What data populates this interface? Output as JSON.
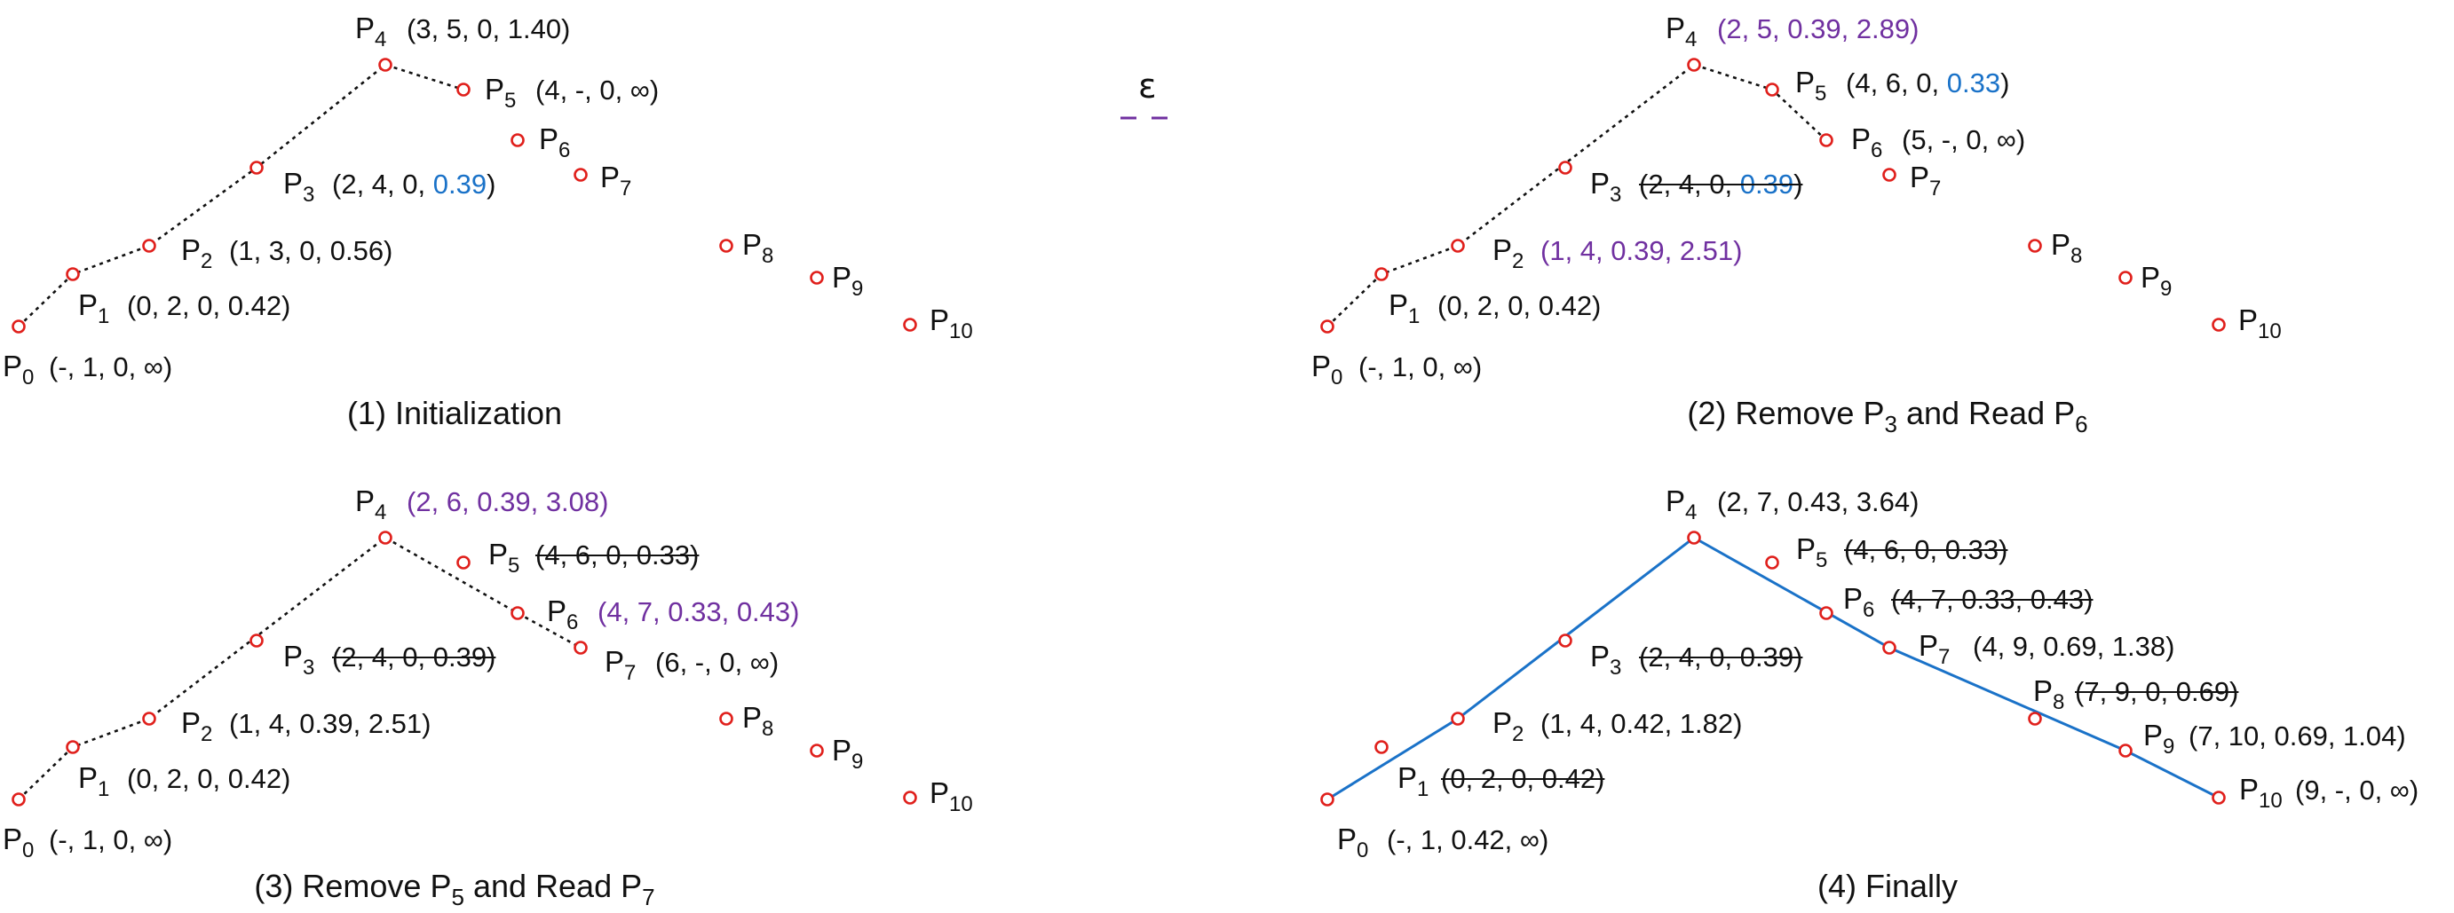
{
  "colors": {
    "point": "#e0201c",
    "path": "#111111",
    "final_path": "#1a72c8",
    "highlight_purple": "#7030a0",
    "highlight_blue": "#1a72c8"
  },
  "epsilon": {
    "label": "ε"
  },
  "panels": [
    {
      "caption": [
        "(1) Initialization"
      ],
      "points": [
        {
          "name": "P",
          "sub": "0",
          "tuple": [
            {
              "t": "(-, 1, 0, ∞)"
            }
          ]
        },
        {
          "name": "P",
          "sub": "1",
          "tuple": [
            {
              "t": "(0, 2, 0, 0.42)"
            }
          ]
        },
        {
          "name": "P",
          "sub": "2",
          "tuple": [
            {
              "t": "(1, 3, 0,  0.56)"
            }
          ]
        },
        {
          "name": "P",
          "sub": "3",
          "tuple": [
            {
              "t": "(2, 4, 0, "
            },
            {
              "t": "0.39",
              "c": "blue"
            },
            {
              "t": ")"
            }
          ]
        },
        {
          "name": "P",
          "sub": "4",
          "tuple": [
            {
              "t": "(3, 5, 0, 1.40)"
            }
          ]
        },
        {
          "name": "P",
          "sub": "5",
          "tuple": [
            {
              "t": "(4, -, 0, ∞)"
            }
          ]
        },
        {
          "name": "P",
          "sub": "6",
          "tuple": []
        },
        {
          "name": "P",
          "sub": "7",
          "tuple": []
        },
        {
          "name": "P",
          "sub": "8",
          "tuple": []
        },
        {
          "name": "P",
          "sub": "9",
          "tuple": []
        },
        {
          "name": "P",
          "sub": "10",
          "tuple": []
        }
      ]
    },
    {
      "caption": [
        "(2) Remove P",
        "3",
        " and Read P",
        "6"
      ],
      "points": [
        {
          "name": "P",
          "sub": "0",
          "tuple": [
            {
              "t": "(-, 1, 0, ∞)"
            }
          ]
        },
        {
          "name": "P",
          "sub": "1",
          "tuple": [
            {
              "t": "(0, 2, 0, 0.42)"
            }
          ]
        },
        {
          "name": "P",
          "sub": "2",
          "tuple": [
            {
              "t": "(1, 4, 0.39,  2.51)",
              "c": "purple"
            }
          ]
        },
        {
          "name": "P",
          "sub": "3",
          "strike": true,
          "tuple": [
            {
              "t": "(2, 4, 0, "
            },
            {
              "t": "0.39",
              "c": "blue"
            },
            {
              "t": ")"
            }
          ]
        },
        {
          "name": "P",
          "sub": "4",
          "tuple": [
            {
              "t": "(2, 5, 0.39, 2.89)",
              "c": "purple"
            }
          ]
        },
        {
          "name": "P",
          "sub": "5",
          "tuple": [
            {
              "t": "(4, 6, 0, "
            },
            {
              "t": "0.33",
              "c": "blue"
            },
            {
              "t": ")"
            }
          ]
        },
        {
          "name": "P",
          "sub": "6",
          "tuple": [
            {
              "t": "(5, -, 0, ∞)"
            }
          ]
        },
        {
          "name": "P",
          "sub": "7",
          "tuple": []
        },
        {
          "name": "P",
          "sub": "8",
          "tuple": []
        },
        {
          "name": "P",
          "sub": "9",
          "tuple": []
        },
        {
          "name": "P",
          "sub": "10",
          "tuple": []
        }
      ]
    },
    {
      "caption": [
        "(3) Remove P",
        "5",
        " and Read P",
        "7"
      ],
      "points": [
        {
          "name": "P",
          "sub": "0",
          "tuple": [
            {
              "t": "(-, 1, 0, ∞)"
            }
          ]
        },
        {
          "name": "P",
          "sub": "1",
          "tuple": [
            {
              "t": "(0, 2, 0, 0.42)"
            }
          ]
        },
        {
          "name": "P",
          "sub": "2",
          "tuple": [
            {
              "t": "(1, 4, 0.39,  2.51)"
            }
          ]
        },
        {
          "name": "P",
          "sub": "3",
          "strike": true,
          "tuple": [
            {
              "t": "(2, 4, 0, 0.39)"
            }
          ]
        },
        {
          "name": "P",
          "sub": "4",
          "tuple": [
            {
              "t": "(2, 6, 0.39, 3.08)",
              "c": "purple"
            }
          ]
        },
        {
          "name": "P",
          "sub": "5",
          "strike": true,
          "tuple": [
            {
              "t": "(4, 6, 0, 0.33)"
            }
          ]
        },
        {
          "name": "P",
          "sub": "6",
          "tuple": [
            {
              "t": "(4, 7, 0.33, 0.43)",
              "c": "purple"
            }
          ]
        },
        {
          "name": "P",
          "sub": "7",
          "tuple": [
            {
              "t": "(6, -, 0, ∞)"
            }
          ]
        },
        {
          "name": "P",
          "sub": "8",
          "tuple": []
        },
        {
          "name": "P",
          "sub": "9",
          "tuple": []
        },
        {
          "name": "P",
          "sub": "10",
          "tuple": []
        }
      ]
    },
    {
      "caption": [
        "(4) Finally"
      ],
      "points": [
        {
          "name": "P",
          "sub": "0",
          "tuple": [
            {
              "t": "(-, 1, 0.42, ∞)"
            }
          ]
        },
        {
          "name": "P",
          "sub": "1",
          "strike": true,
          "tuple": [
            {
              "t": "(0, 2, 0, 0.42)"
            }
          ]
        },
        {
          "name": "P",
          "sub": "2",
          "tuple": [
            {
              "t": "(1, 4, 0.42,  1.82)"
            }
          ]
        },
        {
          "name": "P",
          "sub": "3",
          "strike": true,
          "tuple": [
            {
              "t": "(2, 4, 0, 0.39)"
            }
          ]
        },
        {
          "name": "P",
          "sub": "4",
          "tuple": [
            {
              "t": "(2, 7, 0.43, 3.64)"
            }
          ]
        },
        {
          "name": "P",
          "sub": "5",
          "strike": true,
          "tuple": [
            {
              "t": "(4, 6, 0, 0.33)"
            }
          ]
        },
        {
          "name": "P",
          "sub": "6",
          "strike": true,
          "tuple": [
            {
              "t": "(4, 7, 0.33, 0.43)"
            }
          ]
        },
        {
          "name": "P",
          "sub": "7",
          "tuple": [
            {
              "t": "(4, 9, 0.69, 1.38)"
            }
          ]
        },
        {
          "name": "P",
          "sub": "8",
          "strike": true,
          "tuple": [
            {
              "t": "(7, 9, 0, 0.69)"
            }
          ]
        },
        {
          "name": "P",
          "sub": "9",
          "tuple": [
            {
              "t": "(7, 10, 0.69, 1.04)"
            }
          ]
        },
        {
          "name": "P",
          "sub": "10",
          "tuple": [
            {
              "t": "(9, -, 0, ∞)"
            }
          ]
        }
      ]
    }
  ]
}
